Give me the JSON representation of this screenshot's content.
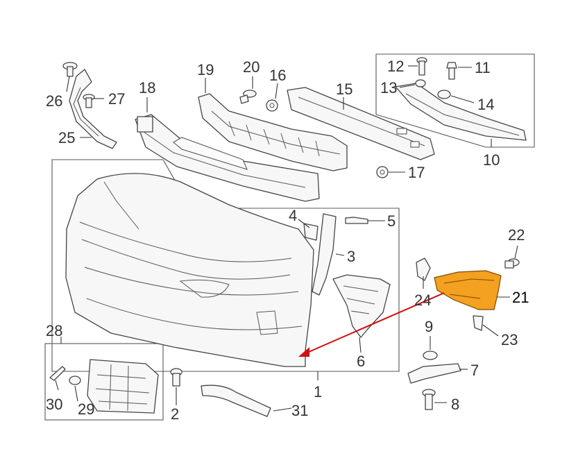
{
  "diagram": {
    "highlight_color": "#f4a020",
    "arrow_color": "#d01010",
    "callouts": {
      "c1": "1",
      "c2": "2",
      "c3": "3",
      "c4": "4",
      "c5": "5",
      "c6": "6",
      "c7": "7",
      "c8": "8",
      "c9": "9",
      "c10": "10",
      "c11": "11",
      "c12": "12",
      "c13": "13",
      "c14": "14",
      "c15": "15",
      "c16": "16",
      "c17": "17",
      "c18": "18",
      "c19": "19",
      "c20": "20",
      "c21": "21",
      "c22": "22",
      "c23": "23",
      "c24": "24",
      "c25": "25",
      "c26": "26",
      "c27": "27",
      "c28": "28",
      "c29": "29",
      "c30": "30",
      "c31": "31"
    }
  }
}
